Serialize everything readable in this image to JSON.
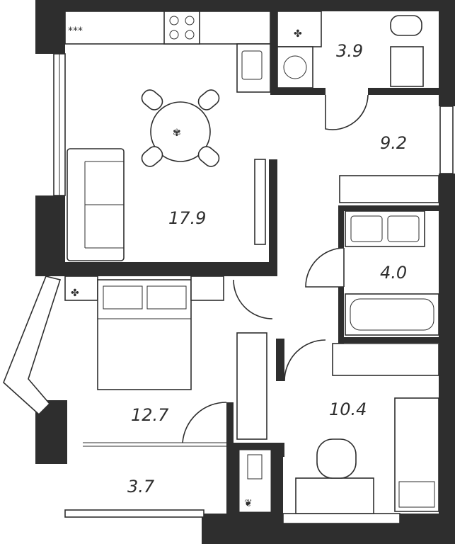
{
  "plan": {
    "rooms": [
      {
        "name": "kitchen-living",
        "area": "17.9"
      },
      {
        "name": "bathroom-small",
        "area": "3.9"
      },
      {
        "name": "hallway",
        "area": "9.2"
      },
      {
        "name": "bathroom",
        "area": "4.0"
      },
      {
        "name": "bedroom",
        "area": "12.7"
      },
      {
        "name": "room",
        "area": "10.4"
      },
      {
        "name": "balcony",
        "area": "3.7"
      }
    ],
    "hob_mark": "***",
    "colors": {
      "wall": "#2e2e2e",
      "background": "#ffffff"
    }
  }
}
